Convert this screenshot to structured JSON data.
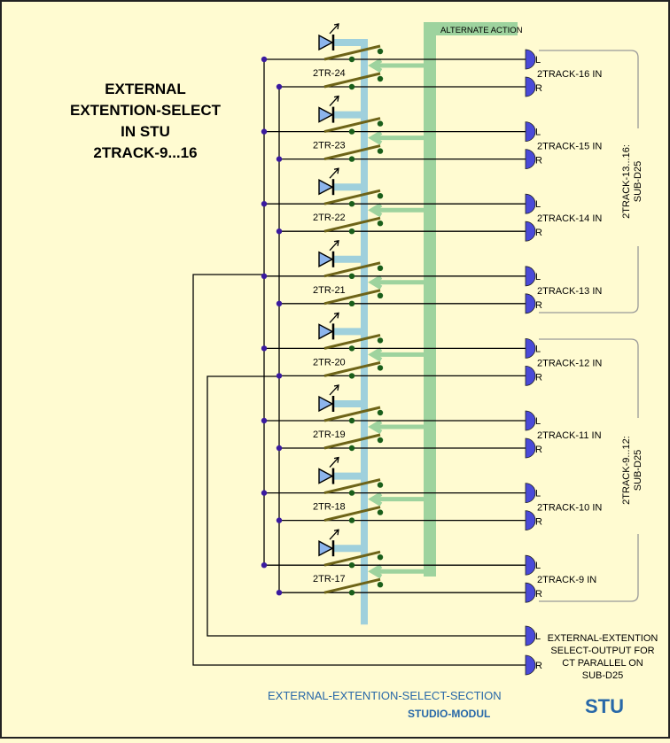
{
  "diagram": {
    "title_lines": [
      "EXTERNAL",
      "EXTENTION-SELECT",
      "IN STU",
      "2TRACK-9...16"
    ],
    "alternate_action_label": "ALTERNATE ACTION",
    "channels": [
      {
        "switch": "2TR-24",
        "input": "2TRACK-16 IN"
      },
      {
        "switch": "2TR-23",
        "input": "2TRACK-15 IN"
      },
      {
        "switch": "2TR-22",
        "input": "2TRACK-14 IN"
      },
      {
        "switch": "2TR-21",
        "input": "2TRACK-13 IN"
      },
      {
        "switch": "2TR-20",
        "input": "2TRACK-12 IN"
      },
      {
        "switch": "2TR-19",
        "input": "2TRACK-11 IN"
      },
      {
        "switch": "2TR-18",
        "input": "2TRACK-10 IN"
      },
      {
        "switch": "2TR-17",
        "input": "2TRACK-9 IN"
      }
    ],
    "left_label": "L",
    "right_label": "R",
    "brace_upper": [
      "2TRACK-13...16:",
      "SUB-D25"
    ],
    "brace_lower": [
      "2TRACK-9...12:",
      "SUB-D25"
    ],
    "output_label": [
      "EXTERNAL-EXTENTION",
      "SELECT-OUTPUT FOR",
      "CT PARALLEL ON",
      "SUB-D25"
    ],
    "footer_section": "EXTERNAL-EXTENTION-SELECT-SECTION",
    "footer_module": "STUDIO-MODUL",
    "logo": "STU",
    "colors": {
      "background": "#fffbd1",
      "alternate_action_bar": "#9ed39e",
      "switch_actuator": "#9fd0dc",
      "switch_contact": "#6e6418",
      "junction": "#3a1aa0",
      "connector": "#4a4ad8",
      "led": "#8cb4ec",
      "footer_text": "#2868a8"
    }
  }
}
